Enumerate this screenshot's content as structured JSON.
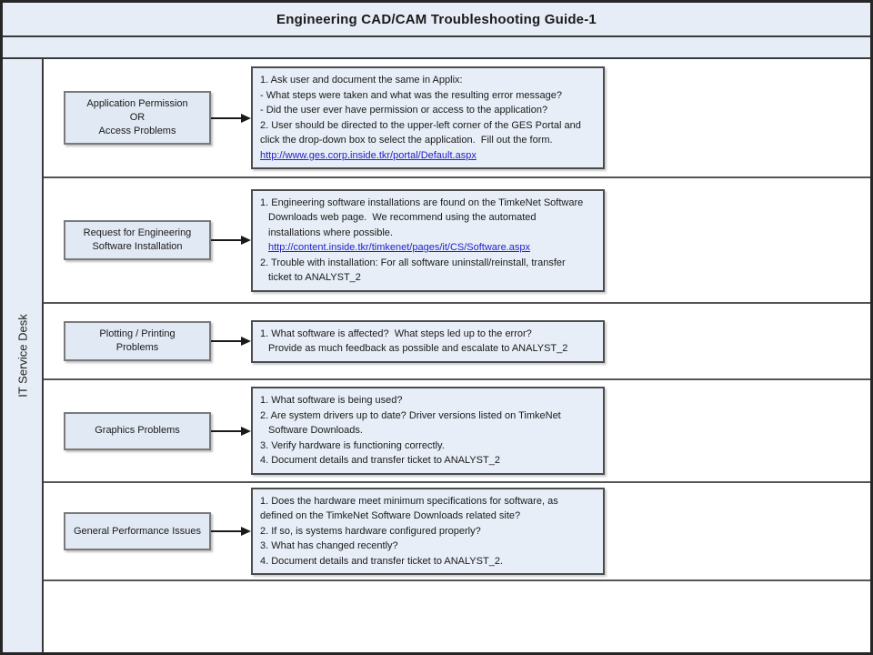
{
  "title": "Engineering CAD/CAM Troubleshooting Guide-1",
  "lane": {
    "label": "IT Service Desk"
  },
  "colors": {
    "band_fill": "#e6edf6",
    "issue_fill": "#e1e9f4",
    "detail_fill": "#e7eef7",
    "link": "#2121cc",
    "divider": "#555555",
    "issue_border": "#7a7a7a",
    "detail_border": "#4c4c4c"
  },
  "rows": [
    {
      "issue_lines": [
        "Application Permission",
        "OR",
        "Access Problems"
      ],
      "detail_lines": [
        {
          "text": "1. Ask user and document the same in Applix:",
          "link": false,
          "indent": false
        },
        {
          "text": "- What steps were taken and what was the resulting error message?",
          "link": false,
          "indent": false
        },
        {
          "text": "- Did the user ever have permission or access to the application?",
          "link": false,
          "indent": false
        },
        {
          "text": "2. User should be directed to the upper-left corner of the GES Portal and",
          "link": false,
          "indent": false
        },
        {
          "text": "click the drop-down box to select the application.  Fill out the form.",
          "link": false,
          "indent": false
        },
        {
          "text": "http://www.ges.corp.inside.tkr/portal/Default.aspx",
          "link": true,
          "indent": false
        }
      ]
    },
    {
      "issue_lines": [
        "Request for Engineering",
        "Software Installation"
      ],
      "detail_lines": [
        {
          "text": "1. Engineering software installations are found on the TimkeNet Software",
          "link": false,
          "indent": false
        },
        {
          "text": "Downloads web page.  We recommend using the automated",
          "link": false,
          "indent": true
        },
        {
          "text": "installations where possible.",
          "link": false,
          "indent": true
        },
        {
          "text": "http://content.inside.tkr/timkenet/pages/it/CS/Software.aspx",
          "link": true,
          "indent": true
        },
        {
          "text": "2. Trouble with installation: For all software uninstall/reinstall, transfer",
          "link": false,
          "indent": false
        },
        {
          "text": "ticket to ANALYST_2",
          "link": false,
          "indent": true
        }
      ]
    },
    {
      "issue_lines": [
        "Plotting / Printing",
        "Problems"
      ],
      "detail_lines": [
        {
          "text": "1. What software is affected?  What steps led up to the error?",
          "link": false,
          "indent": false
        },
        {
          "text": "Provide as much feedback as possible and escalate to ANALYST_2",
          "link": false,
          "indent": true
        }
      ]
    },
    {
      "issue_lines": [
        "Graphics Problems"
      ],
      "detail_lines": [
        {
          "text": "1. What software is being used?",
          "link": false,
          "indent": false
        },
        {
          "text": "2. Are system drivers up to date? Driver versions listed on TimkeNet",
          "link": false,
          "indent": false
        },
        {
          "text": "Software Downloads.",
          "link": false,
          "indent": true
        },
        {
          "text": "3. Verify hardware is functioning correctly.",
          "link": false,
          "indent": false
        },
        {
          "text": "4. Document details and transfer ticket to ANALYST_2",
          "link": false,
          "indent": false
        }
      ]
    },
    {
      "issue_lines": [
        "General Performance Issues"
      ],
      "detail_lines": [
        {
          "text": "1. Does the hardware meet minimum specifications for software, as",
          "link": false,
          "indent": false
        },
        {
          "text": "defined on the TimkeNet Software Downloads related site?",
          "link": false,
          "indent": false
        },
        {
          "text": "2. If so, is systems hardware configured properly?",
          "link": false,
          "indent": false
        },
        {
          "text": "3. What has changed recently?",
          "link": false,
          "indent": false
        },
        {
          "text": "4. Document details and transfer ticket to ANALYST_2.",
          "link": false,
          "indent": false
        }
      ]
    }
  ]
}
